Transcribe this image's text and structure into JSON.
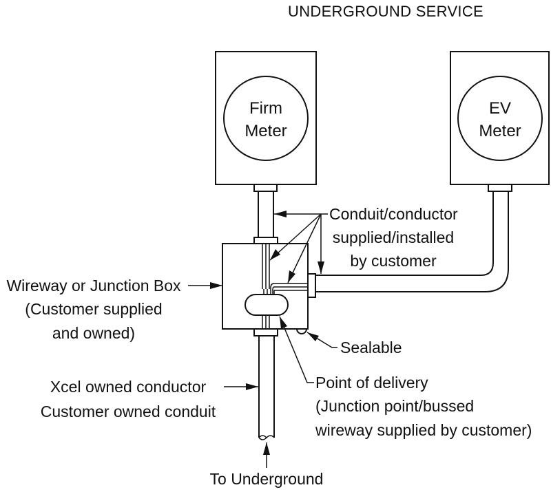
{
  "title": "UNDERGROUND SERVICE",
  "meters": {
    "firm": {
      "line1": "Firm",
      "line2": "Meter"
    },
    "ev": {
      "line1": "EV",
      "line2": "Meter"
    }
  },
  "labels": {
    "conduit_customer": [
      "Conduit/conductor",
      "supplied/installed",
      "by customer"
    ],
    "junction_box": [
      "Wireway or Junction Box",
      "(Customer supplied",
      "and owned)"
    ],
    "sealable": "Sealable",
    "point_of_delivery": [
      "Point of delivery",
      "(Junction point/bussed",
      "wireway supplied by customer)"
    ],
    "xcel_conduit": [
      "Xcel owned conductor",
      "Customer owned conduit"
    ],
    "to_underground": "To Underground"
  },
  "colors": {
    "line": "#111111",
    "background": "#ffffff"
  }
}
